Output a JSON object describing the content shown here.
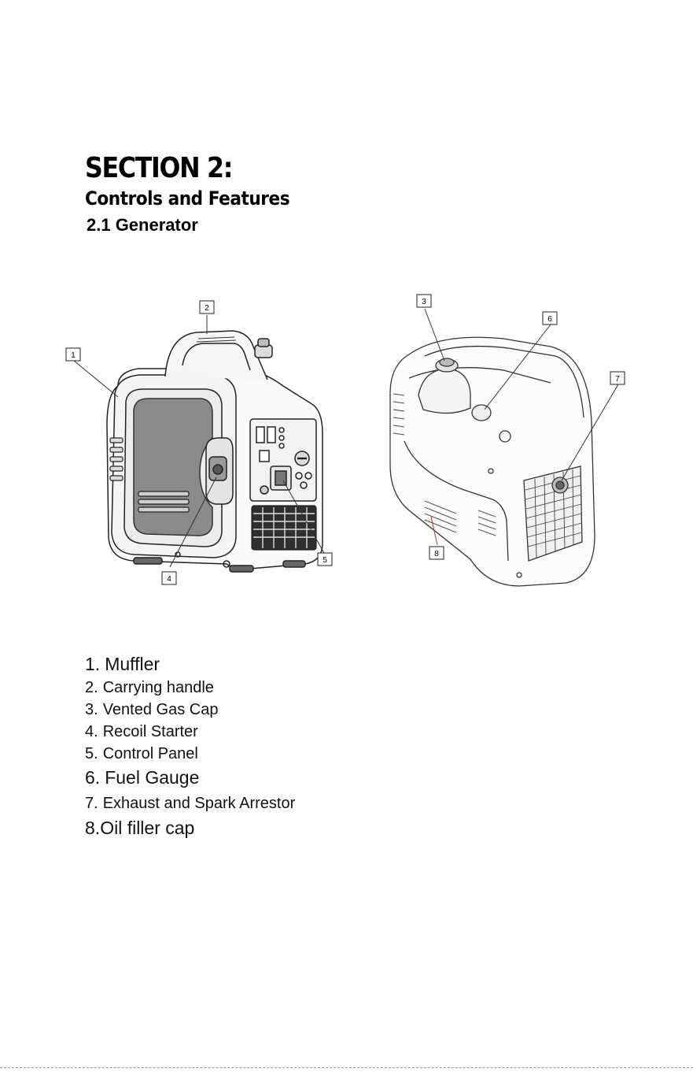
{
  "section": {
    "title": "SECTION 2:",
    "subtitle": "Controls and Features",
    "subsection": "2.1 Generator"
  },
  "callouts": [
    "1",
    "2",
    "3",
    "4",
    "5",
    "6",
    "7",
    "8"
  ],
  "parts": [
    {
      "num": "1.",
      "label": "Muffler"
    },
    {
      "num": "2.",
      "label": "Carrying handle"
    },
    {
      "num": "3.",
      "label": "Vented Gas Cap"
    },
    {
      "num": "4.",
      "label": "Recoil Starter"
    },
    {
      "num": "5.",
      "label": "Control Panel"
    },
    {
      "num": "6.",
      "label": "Fuel Gauge"
    },
    {
      "num": "7.",
      "label": "Exhaust and Spark Arrestor"
    },
    {
      "num": "8.",
      "label": "Oil filler cap"
    }
  ]
}
